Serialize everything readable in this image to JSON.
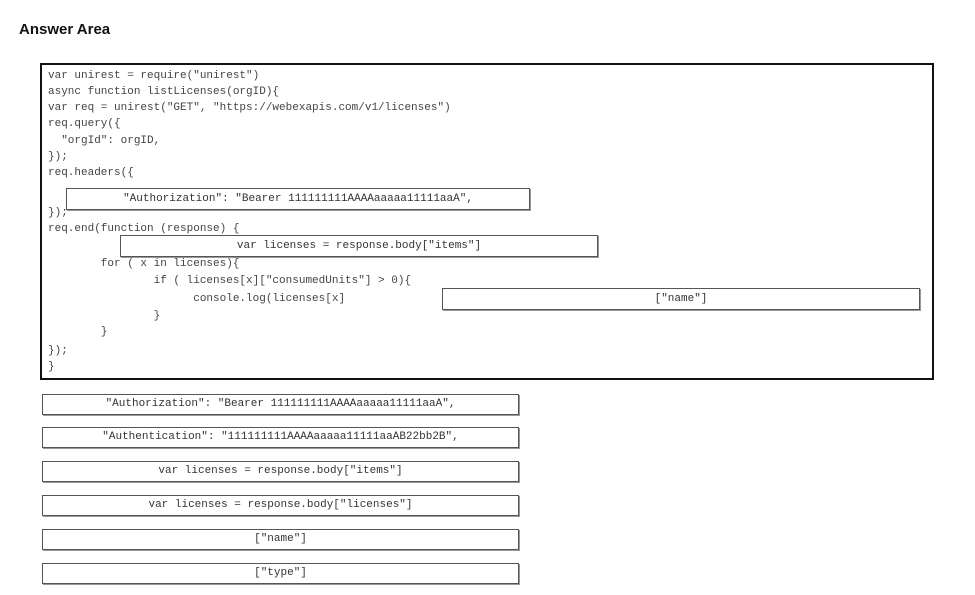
{
  "title": "Answer Area",
  "code_lines": [
    "var unirest = require(\"unirest\")",
    "async function listLicenses(orgID){",
    "var req = unirest(\"GET\", \"https://webexapis.com/v1/licenses\")",
    "req.query({",
    "  \"orgId\": orgID,",
    "});",
    "req.headers({",
    "});",
    "req.end(function (response) {",
    "        for ( x in licenses){",
    "                if ( licenses[x][\"consumedUnits\"] > 0){",
    "                      console.log(licenses[x]",
    "                }",
    "        }",
    "});",
    "}"
  ],
  "slots": [
    "\"Authorization\": \"Bearer 111111111AAAAaaaaa11111aaA\",",
    "var licenses = response.body[\"items\"]",
    "[\"name\"]"
  ],
  "options": [
    "\"Authorization\": \"Bearer 111111111AAAAaaaaa11111aaA\",",
    "\"Authentication\": \"111111111AAAAaaaaa11111aaAB22bb2B\",",
    "var licenses = response.body[\"items\"]",
    "var licenses = response.body[\"licenses\"]",
    "[\"name\"]",
    "[\"type\"]"
  ]
}
